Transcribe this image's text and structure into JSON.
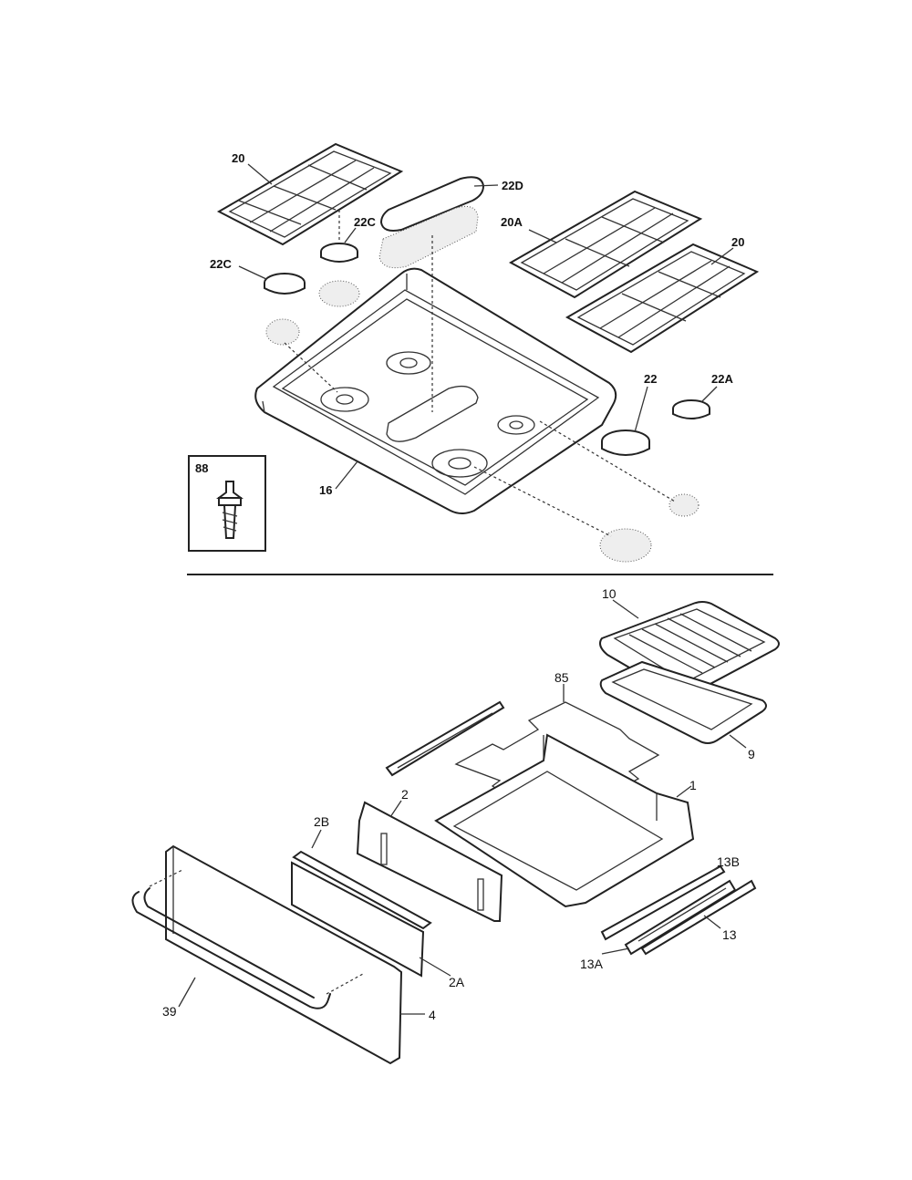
{
  "top_section": {
    "callouts": {
      "grate_left": "20",
      "grate_right": "20",
      "grate_center": "20A",
      "cap_center_oval": "22D",
      "cap_small_left_a": "22C",
      "cap_small_left_b": "22C",
      "cap_large": "22",
      "cap_small_right": "22A",
      "cooktop": "16",
      "screw": "88"
    }
  },
  "bottom_section": {
    "callouts": {
      "broiler_pan_insert": "10",
      "broiler_pan": "9",
      "oven_bottom_liner": "85",
      "drawer_body": "1",
      "drawer_back": "2",
      "drawer_panel_2b": "2B",
      "drawer_panel_2a": "2A",
      "drawer_front": "4",
      "handle": "39",
      "slide_13": "13",
      "slide_13a": "13A",
      "slide_13b": "13B"
    }
  },
  "colors": {
    "line": "#222222",
    "background": "#ffffff"
  }
}
